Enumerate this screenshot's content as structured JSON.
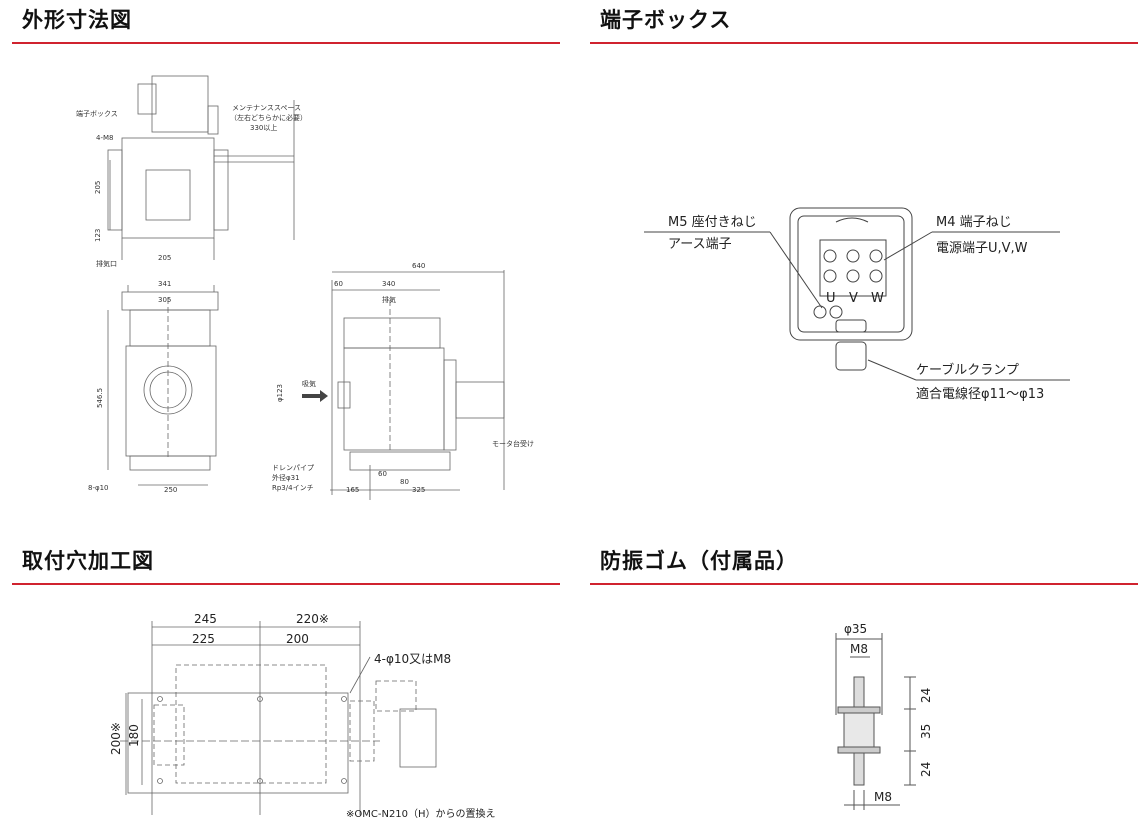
{
  "colors": {
    "accent": "#d0232f",
    "line": "#555555",
    "text": "#111111"
  },
  "sections": {
    "outline": {
      "title": "外形寸法図",
      "labels": {
        "terminal_box": "端子ボックス",
        "mount_holes": "4-M8",
        "maintenance_1": "メンテナンススペース",
        "maintenance_2": "（左右どちらかに必要）",
        "maintenance_dim": "330以上",
        "dim_205_v": "205",
        "dim_123_v": "123",
        "exhaust_port": "排気口",
        "dim_205_h": "205",
        "dim_341": "341",
        "dim_305": "305",
        "dim_546": "546.5",
        "dim_8phi": "8-φ10",
        "dim_250": "250",
        "dim_640": "640",
        "dim_60": "60",
        "dim_340": "340",
        "exhaust": "排気",
        "intake": "吸気",
        "dim_phi123": "φ123",
        "motor_mount": "モータ台受け",
        "drain_1": "ドレンパイプ",
        "drain_2": "外径φ31",
        "drain_3": "Rp3/4インチ",
        "dim_60b": "60",
        "dim_80": "80",
        "dim_165": "165",
        "dim_325": "325"
      }
    },
    "terminal": {
      "title": "端子ボックス",
      "labels": {
        "m5": "M5 座付きねじ",
        "earth": "アース端子",
        "m4": "M4 端子ねじ",
        "power": "電源端子U,V,W",
        "u": "U",
        "v": "V",
        "w": "W",
        "clamp": "ケーブルクランプ",
        "wire": "適合電線径φ11〜φ13"
      }
    },
    "mounting": {
      "title": "取付穴加工図",
      "labels": {
        "dim_245": "245",
        "dim_220": "220※",
        "dim_225": "225",
        "dim_200": "200",
        "holes": "4-φ10又はM8",
        "dim_200v": "200※",
        "dim_180": "180",
        "note": "※OMC-N210（H）からの置換え"
      }
    },
    "rubber": {
      "title": "防振ゴム（付属品）",
      "labels": {
        "phi35": "φ35",
        "m8_top": "M8",
        "dim_24a": "24",
        "dim_35": "35",
        "dim_24b": "24",
        "m8_bottom": "M8"
      }
    }
  }
}
